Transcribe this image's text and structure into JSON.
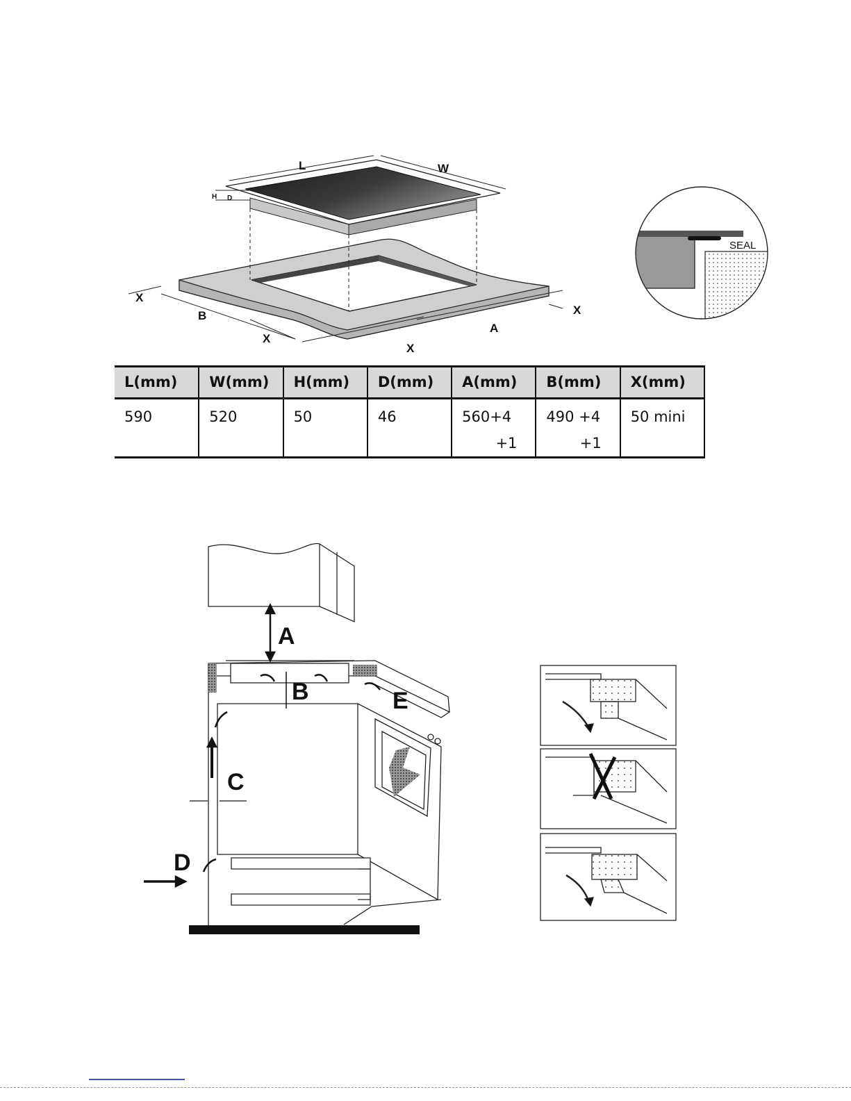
{
  "hob_figure": {
    "labels": {
      "L": "L",
      "W": "W",
      "H": "H",
      "D": "D",
      "A": "A",
      "B": "B",
      "X": "X"
    },
    "seal_label": "SEAL"
  },
  "dimensions_table": {
    "headers": [
      "L(mm)",
      "W(mm)",
      "H(mm)",
      "D(mm)",
      "A(mm)",
      "B(mm)",
      "X(mm)"
    ],
    "row": [
      {
        "main": "590",
        "tol": ""
      },
      {
        "main": "520",
        "tol": ""
      },
      {
        "main": "50",
        "tol": ""
      },
      {
        "main": "46",
        "tol": ""
      },
      {
        "main": "560+4",
        "tol": "+1"
      },
      {
        "main": "490 +4",
        "tol": "+1"
      },
      {
        "main": "50 mini",
        "tol": ""
      }
    ]
  },
  "cabinet_figure": {
    "labels": {
      "A": "A",
      "B": "B",
      "C": "C",
      "D": "D",
      "E": "E"
    }
  },
  "colors": {
    "hob_glass_dark": "#1c1c1c",
    "hob_glass_light": "#8a8a8a",
    "worktop": "#cfcfcf",
    "table_header": "#d8d8d8"
  }
}
